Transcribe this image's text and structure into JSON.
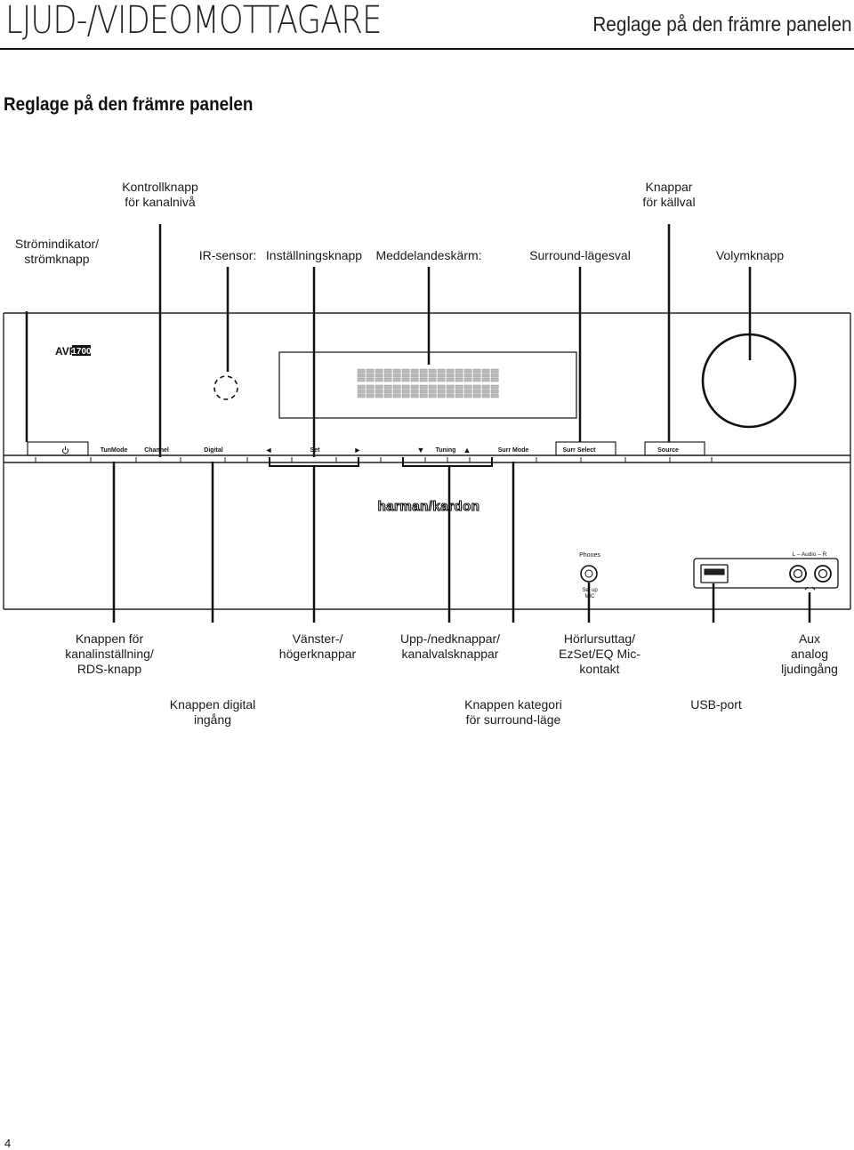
{
  "header": {
    "product_title": "LJUD-/VIDEOMOTTAGARE",
    "section_right": "Reglage på den främre panelen"
  },
  "section": {
    "title": "Reglage på den främre panelen"
  },
  "callouts_top": {
    "channel_level": "Kontrollknapp\nför kanalnivå",
    "source_buttons": "Knappar\nför källval",
    "power": "Strömindikator/\nströmknapp",
    "ir_sensor": "IR-sensor:",
    "setup_button": "Inställningsknapp",
    "message_display": "Meddelandeskärm:",
    "surround_select": "Surround-lägesval",
    "volume_knob": "Volymknapp"
  },
  "callouts_bottom": {
    "tuning_mode": "Knappen för\nkanalinställning/\nRDS-knapp",
    "left_right": "Vänster-/\nhögerknappar",
    "up_down": "Upp-/nedknappar/\nkanalvalsknappar",
    "headphone": "Hörlursuttag/\nEzSet/EQ Mic-\nkontakt",
    "aux_input": "Aux analog\nljudingång",
    "digital_input": "Knappen digital\ningång",
    "surround_category": "Knappen kategori\nför surround-läge",
    "usb_port": "USB-port"
  },
  "panel": {
    "model_prefix": "AVR",
    "model_number": "1700",
    "brand": "harman/kardon",
    "buttons": {
      "tunmode": "TunMode",
      "channel": "Channel",
      "digital": "Digital",
      "left_arrow": "◄",
      "set": "Set",
      "right_arrow": "►",
      "down_arrow": "▼",
      "tuning": "Tuning",
      "up_arrow": "▲",
      "surr_mode": "Surr Mode",
      "surr_select": "Surr Select",
      "source": "Source"
    },
    "phones": "Phones",
    "setup_mic": "Set up\nMIC",
    "audio_lr": "L – Audio – R"
  },
  "page_number": "4"
}
